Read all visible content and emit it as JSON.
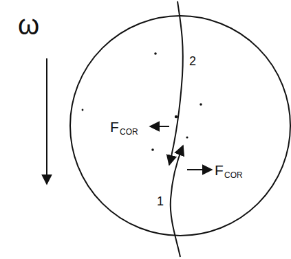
{
  "diagram": {
    "labels": [
      "ω",
      "2",
      "F",
      "COR",
      "F",
      "COR",
      "1"
    ]
  }
}
